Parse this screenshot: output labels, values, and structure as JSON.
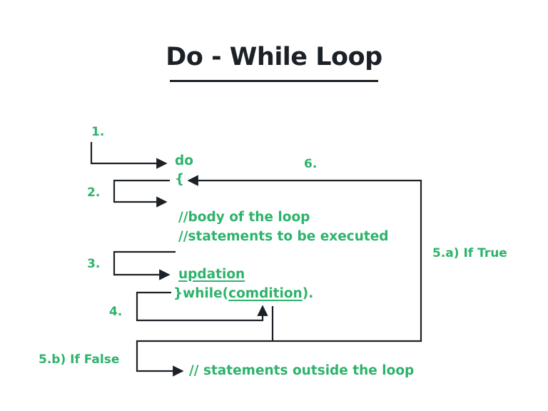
{
  "diagram": {
    "title": "Do - While Loop",
    "code_lines": {
      "do": "do",
      "open_brace": "{",
      "comment_body": "//body of the loop",
      "comment_statements": "//statements to be executed",
      "updation": "updation",
      "while_prefix": "}while(",
      "condition": "comdition",
      "while_suffix": ").",
      "outside": "// statements outside the loop"
    },
    "step_labels": {
      "step1": "1.",
      "step2": "2.",
      "step3": "3.",
      "step4": "4.",
      "step5a": "5.a) If True",
      "step5b": "5.b) If False",
      "step6": "6."
    }
  },
  "colors": {
    "accent_green": "#2db36b",
    "title_dark": "#1b2126",
    "arrow_dark": "#1b2126"
  }
}
